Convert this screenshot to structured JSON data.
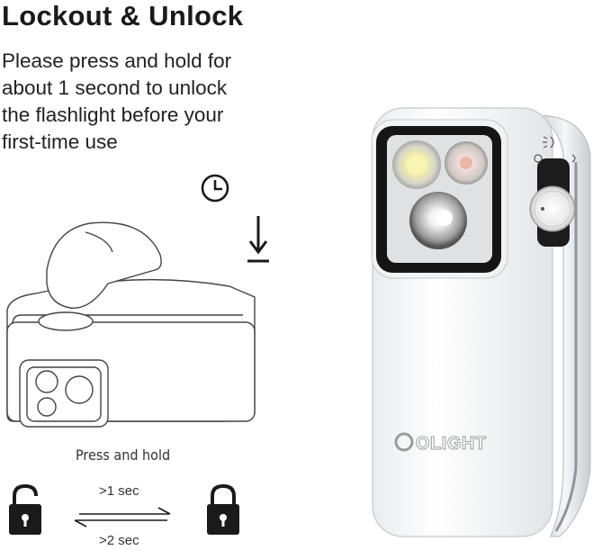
{
  "title": "Lockout & Unlock",
  "description": [
    "Please press and hold for",
    "about 1 second to unlock",
    "the flashlight before your",
    "first-time use"
  ],
  "illustration": {
    "press_label": "Press and hold",
    "unlock_time": ">1 sec",
    "lock_time": ">2 sec"
  },
  "product": {
    "brand": "OLIGHT"
  },
  "icons": [
    "clock-icon",
    "down-arrow-icon",
    "unlocked-padlock-icon",
    "locked-padlock-icon",
    "double-arrow-icon"
  ]
}
